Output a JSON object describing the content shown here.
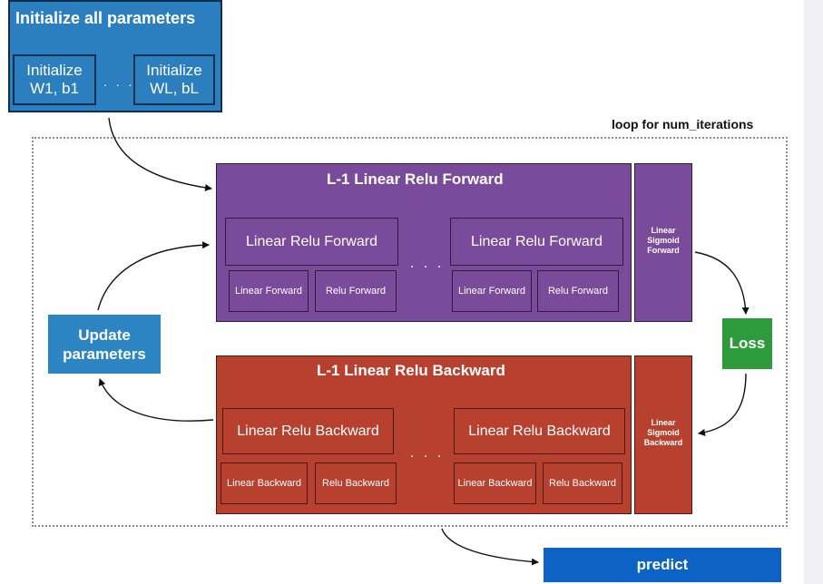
{
  "init": {
    "title": "Initialize all parameters",
    "first_line1": "Initialize",
    "first_line2": "W1, b1",
    "ellipsis": ". . .",
    "last_line1": "Initialize",
    "last_line2": "WL, bL"
  },
  "loop": {
    "label": "loop for num_iterations"
  },
  "forward": {
    "title": "L-1 Linear Relu Forward",
    "block_label": "Linear Relu Forward",
    "linear_label": "Linear Forward",
    "relu_label": "Relu Forward",
    "ellipsis": ". . .",
    "sigmoid_line1": "Linear",
    "sigmoid_line2": "Sigmoid",
    "sigmoid_line3": "Forward"
  },
  "backward": {
    "title": "L-1 Linear Relu Backward",
    "block_label": "Linear Relu Backward",
    "linear_label": "Linear Backward",
    "relu_label": "Relu Backward",
    "ellipsis": ". . .",
    "sigmoid_line1": "Linear",
    "sigmoid_line2": "Sigmoid",
    "sigmoid_line3": "Backward"
  },
  "update": {
    "line1": "Update",
    "line2": "parameters"
  },
  "loss": {
    "label": "Loss"
  },
  "predict": {
    "label": "predict"
  },
  "colors": {
    "init_blue": "#2c7fbf",
    "forward_purple": "#7a4b9a",
    "backward_red": "#b8402f",
    "loss_green": "#2d9a3c",
    "predict_blue": "#0d63c5"
  }
}
